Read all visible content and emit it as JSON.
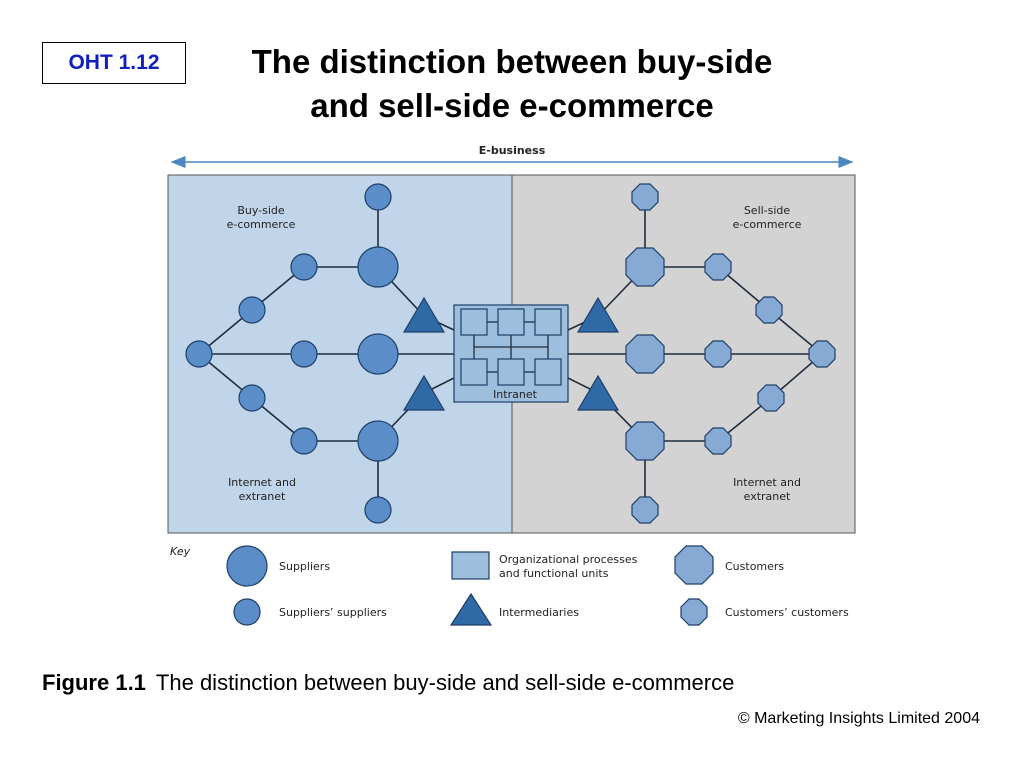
{
  "slide": {
    "badge": "OHT 1.12",
    "title_line1": "The distinction between buy-side",
    "title_line2": "and sell-side e-commerce",
    "figure_label": "Figure 1.1",
    "figure_caption": "The distinction between buy-side and sell-side e-commerce",
    "copyright": "© Marketing Insights Limited 2004"
  },
  "diagram": {
    "ebusiness_label": "E-business",
    "buy_side_line1": "Buy-side",
    "buy_side_line2": "e-commerce",
    "sell_side_line1": "Sell-side",
    "sell_side_line2": "e-commerce",
    "left_bottom_line1": "Internet and",
    "left_bottom_line2": "extranet",
    "right_bottom_line1": "Internet and",
    "right_bottom_line2": "extranet",
    "intranet_label": "Intranet",
    "colors": {
      "buy_bg": "#c0d5ea",
      "sell_bg": "#d3d3d3",
      "supplier": "#5b8ec8",
      "customer": "#86aad4",
      "intermediary": "#2f6aa6",
      "org_unit": "#9dbedd",
      "arrow": "#4a86c0"
    }
  },
  "key": {
    "title": "Key",
    "suppliers": "Suppliers",
    "suppliers_suppliers": "Suppliers’ suppliers",
    "org_line1": "Organizational processes",
    "org_line2": "and functional units",
    "intermediaries": "Intermediaries",
    "customers": "Customers",
    "customers_customers": "Customers’ customers"
  }
}
